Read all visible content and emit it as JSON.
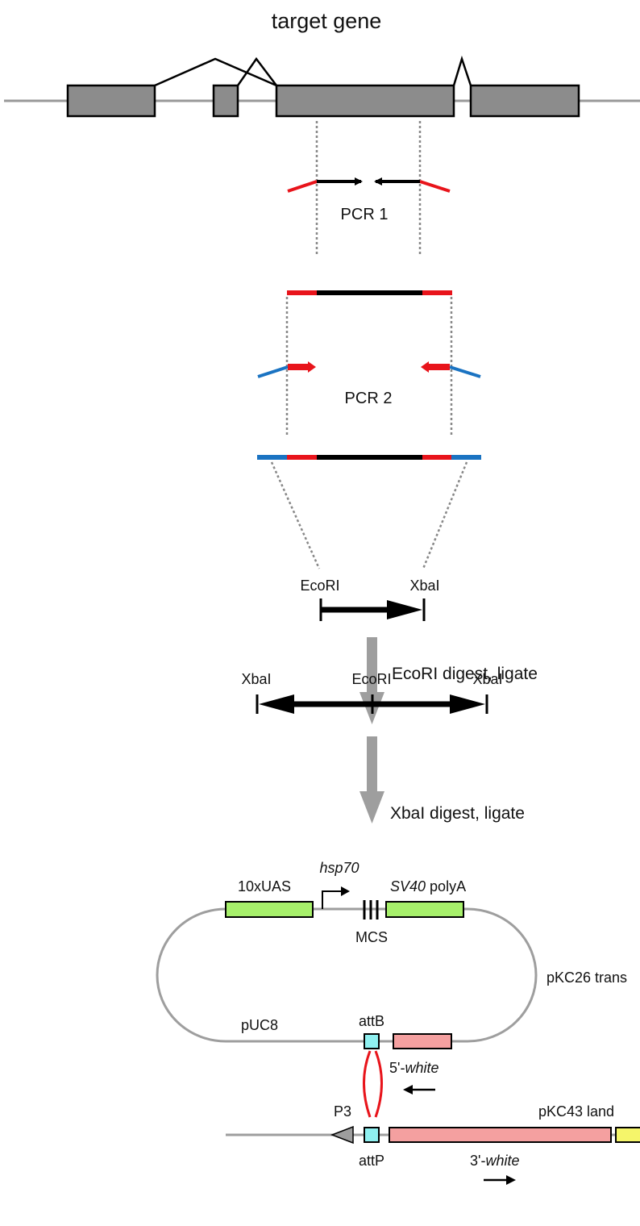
{
  "title": "target gene",
  "pcr1_label": "PCR 1",
  "pcr2_label": "PCR 2",
  "fragment": {
    "left_site": "EcoRI",
    "right_site": "XbaI"
  },
  "step1": {
    "label": "EcoRI digest, ligate"
  },
  "inverted_repeat": {
    "left_site": "XbaI",
    "center_site": "EcoRI",
    "right_site": "XbaI"
  },
  "step2": {
    "label": "XbaI digest, ligate"
  },
  "vector": {
    "uas_label": "10xUAS",
    "promoter_label": "hsp70",
    "sv40_italic": "SV40",
    "polya_label": " polyA",
    "mcs_label": "MCS",
    "name_label": "pKC26 trans",
    "puc_label": "pUC8",
    "attb_label": "attB",
    "white5_prefix": "5'-",
    "white5_italic": "white"
  },
  "landing": {
    "p3_label": "P3",
    "name_label": "pKC43 land",
    "attp_label": "attP",
    "white3_prefix": "3'-",
    "white3_italic": "white"
  },
  "colors": {
    "exon": "#8c8c8c",
    "genomic_line": "#999999",
    "primer_red": "#e8141b",
    "primer_blue": "#1a73c2",
    "arrow_gray": "#9e9e9e",
    "uas_green": "#a7f06b",
    "attb_cyan": "#8ff0f0",
    "white_pink": "#f4a0a0",
    "yellow_box": "#f5f56a"
  }
}
